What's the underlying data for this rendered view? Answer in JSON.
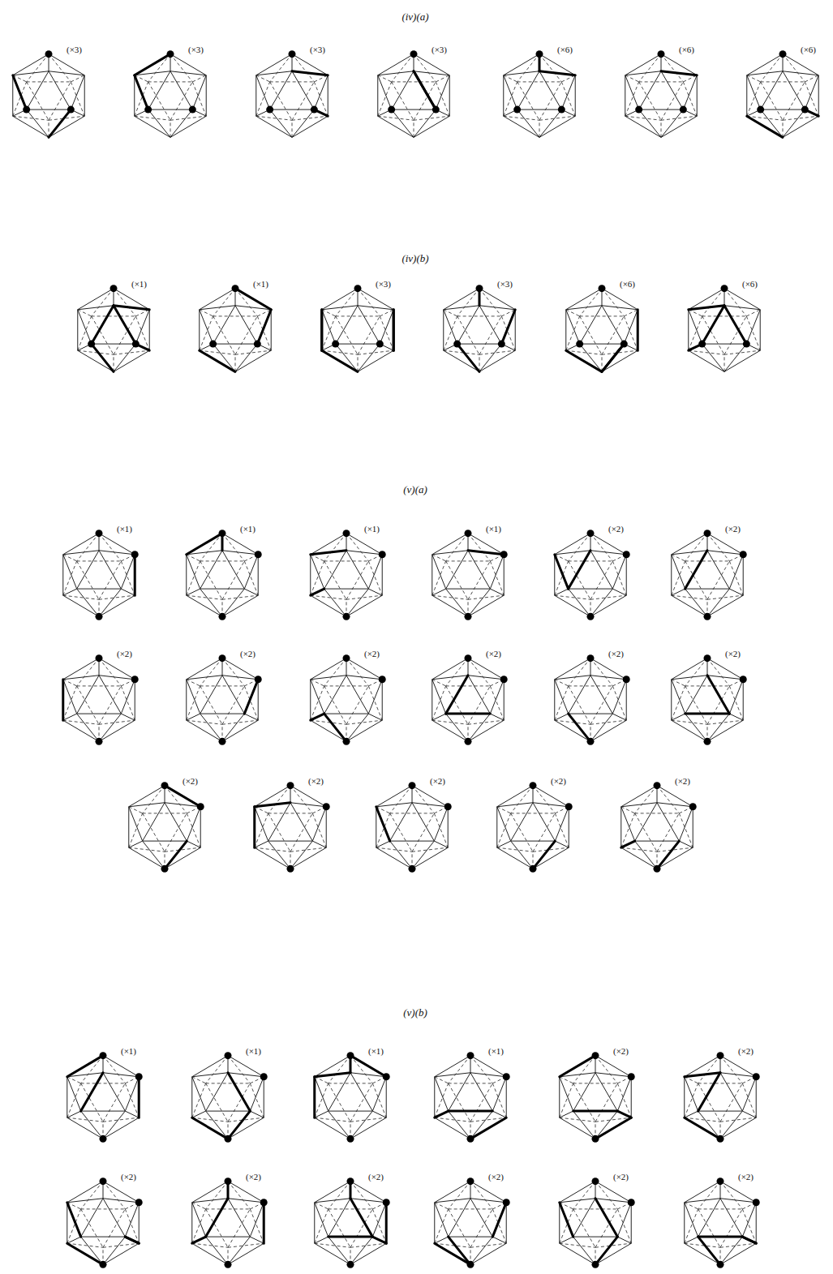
{
  "diagram": {
    "labels": [
      "(iv)(a)",
      "(×3)",
      "(×3)",
      "(×3)",
      "(×3)",
      "(×6)",
      "(×6)",
      "(×6)",
      "(iv)(b)",
      "(×1)",
      "(×1)",
      "(×3)",
      "(×3)",
      "(×6)",
      "(×6)",
      "(v)(a)",
      "(×1)",
      "(×1)",
      "(×1)",
      "(×1)",
      "(×2)",
      "(×2)",
      "(×2)",
      "(×2)",
      "(×2)",
      "(×2)",
      "(×2)",
      "(×2)",
      "(×2)",
      "(×2)",
      "(×2)",
      "(×2)",
      "(×2)",
      "(v)(b)",
      "(×1)",
      "(×1)",
      "(×1)",
      "(×1)",
      "(×2)",
      "(×2)",
      "(×2)",
      "(×2)",
      "(×2)",
      "(×2)",
      "(×2)",
      "(×2)"
    ]
  }
}
